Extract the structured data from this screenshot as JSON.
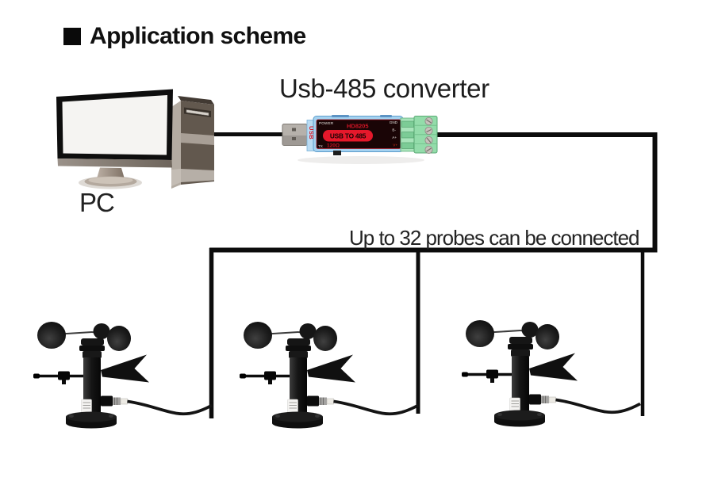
{
  "title": "Application scheme",
  "labels": {
    "pc": "PC",
    "converter": "Usb-485 converter",
    "probes_note": "Up to 32 probes can be connected"
  },
  "device": {
    "power_label": "POWER",
    "model": "HD8205",
    "name": "USB TO 485",
    "usb_label": "USB",
    "tx_label": "TX",
    "resistor_label": "120Ω",
    "pins": [
      "GND",
      "B-",
      "A+",
      "V+"
    ]
  },
  "colors": {
    "wire": "#0c0c0c",
    "device_red": "#e5182b",
    "device_blue": "#a5d2f0",
    "terminal_green": "#93dcaa"
  }
}
